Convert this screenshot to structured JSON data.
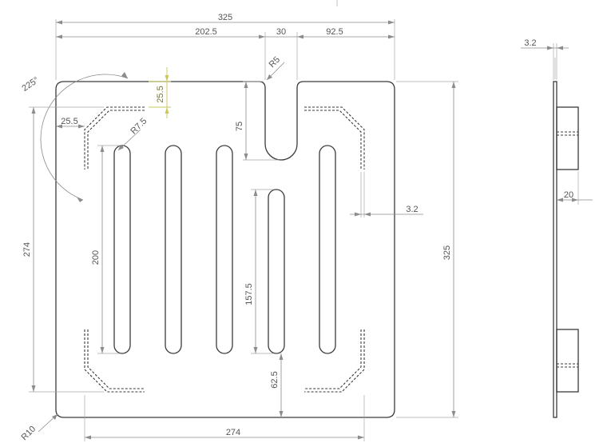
{
  "dimensions": {
    "overall_width": "325",
    "left_to_slot": "202.5",
    "slot_width": "30",
    "slot_to_right": "92.5",
    "slot_radius": "R5",
    "chamfer_angle": "225°",
    "flange_height": "25.5",
    "flange_offset": "25.5",
    "slot_end_radius": "R7.5",
    "slot_depth": "75",
    "left_height": "274",
    "long_slot_length": "200",
    "short_slot_length": "157.5",
    "bottom_offset": "62.5",
    "bracket_thickness": "3.2",
    "overall_height": "325",
    "corner_radius": "R10",
    "bottom_width": "274",
    "side_thickness": "3.2",
    "side_flange_depth": "20"
  },
  "colors": {
    "outline": "#3a3a3a",
    "dimension": "#8c8c8c",
    "highlight": "#c9c95a"
  }
}
